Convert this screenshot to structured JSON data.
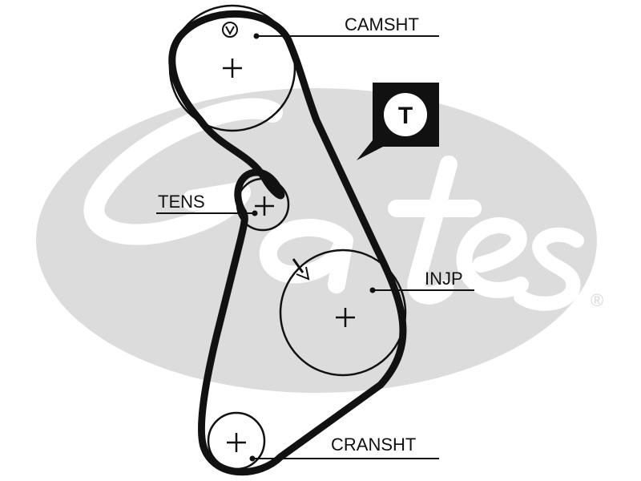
{
  "labels": {
    "camshaft": "CAMSHT",
    "tensioner": "TENS",
    "injection_pump": "INJP",
    "crankshaft": "CRANSHT"
  },
  "badge": {
    "letter": "T"
  },
  "watermark": {
    "brand": "Gates",
    "registered_mark": "®"
  },
  "colors": {
    "belt": "#111111",
    "watermark": "#dcdcdc",
    "badge_fill": "#111111"
  }
}
